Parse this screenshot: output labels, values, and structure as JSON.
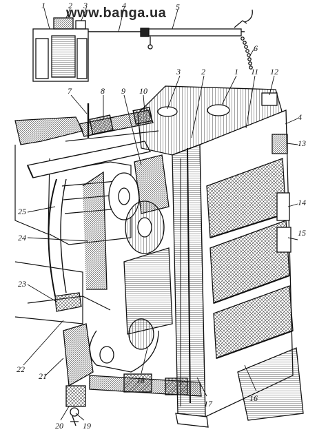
{
  "watermark": "www.banga.ua",
  "callouts": {
    "top": [
      "1",
      "2",
      "3",
      "4",
      "5",
      "6"
    ],
    "main": [
      "1",
      "2",
      "3",
      "4",
      "7",
      "8",
      "9",
      "10",
      "11",
      "12",
      "13",
      "14",
      "15",
      "16",
      "17",
      "18",
      "19",
      "20",
      "21",
      "22",
      "23",
      "24",
      "25"
    ]
  }
}
